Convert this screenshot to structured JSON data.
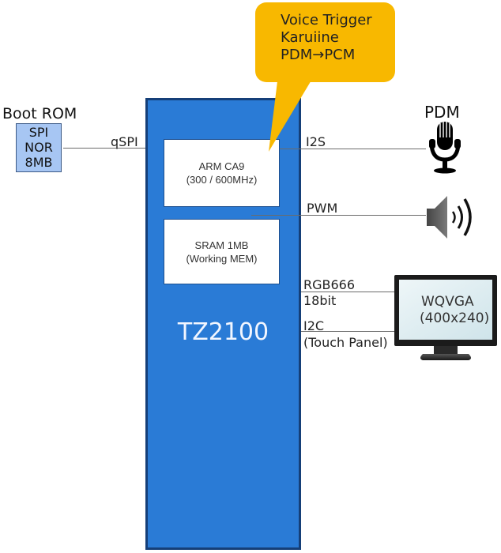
{
  "boot_rom": {
    "title": "Boot ROM",
    "lines": [
      "SPI",
      "NOR",
      "8MB"
    ],
    "fill_color": "#a7c6f3"
  },
  "soc": {
    "name": "TZ2100",
    "fill_color": "#2a7bd6",
    "blocks": {
      "cpu": {
        "line1": "ARM CA9",
        "line2": "(300 / 600MHz)"
      },
      "sram": {
        "line1": "SRAM 1MB",
        "line2": "(Working MEM)"
      }
    }
  },
  "callout": {
    "lines": [
      "Voice Trigger",
      "Karuiine",
      "PDM→PCM"
    ],
    "fill_color": "#f8b800"
  },
  "interfaces": {
    "qspi": "qSPI",
    "i2s": "I2S",
    "pwm": "PWM",
    "rgb_line1": "RGB666",
    "rgb_line2": "18bit",
    "i2c_line1": "I2C",
    "i2c_line2": "(Touch Panel)"
  },
  "peripherals": {
    "microphone": {
      "label": "PDM",
      "icon": "microphone-icon"
    },
    "speaker": {
      "icon": "speaker-icon"
    },
    "display": {
      "line1": "WQVGA",
      "line2": "(400x240)",
      "icon": "monitor-icon"
    }
  }
}
